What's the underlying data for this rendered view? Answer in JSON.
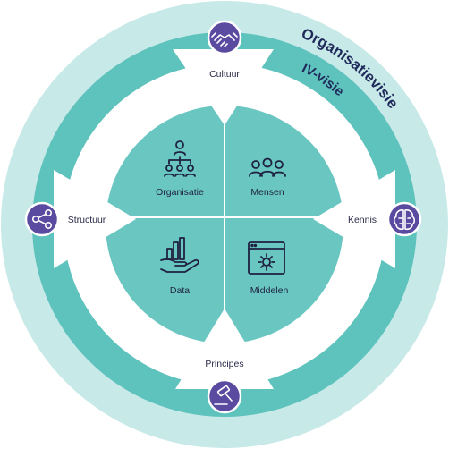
{
  "rings": {
    "outer_label": "Organisatievisie",
    "inner_label": "IV-visie"
  },
  "quadrants": {
    "top_left": {
      "label": "Organisatie",
      "icon": "org-chart-icon"
    },
    "top_right": {
      "label": "Mensen",
      "icon": "people-icon"
    },
    "bottom_left": {
      "label": "Data",
      "icon": "hand-chart-icon"
    },
    "bottom_right": {
      "label": "Middelen",
      "icon": "window-gear-icon"
    }
  },
  "pointers": {
    "top": {
      "label": "Cultuur",
      "icon": "handshake-icon"
    },
    "left": {
      "label": "Structuur",
      "icon": "share-nodes-icon"
    },
    "right": {
      "label": "Kennis",
      "icon": "brain-icon"
    },
    "bottom": {
      "label": "Principes",
      "icon": "gavel-icon"
    }
  },
  "colors": {
    "outer_ring": "#c7e9e8",
    "inner_ring": "#5ec2bd",
    "white_band": "#ffffff",
    "core": "#69c6c1",
    "badge": "#5a4aa0",
    "text_dark": "#1f2140"
  }
}
